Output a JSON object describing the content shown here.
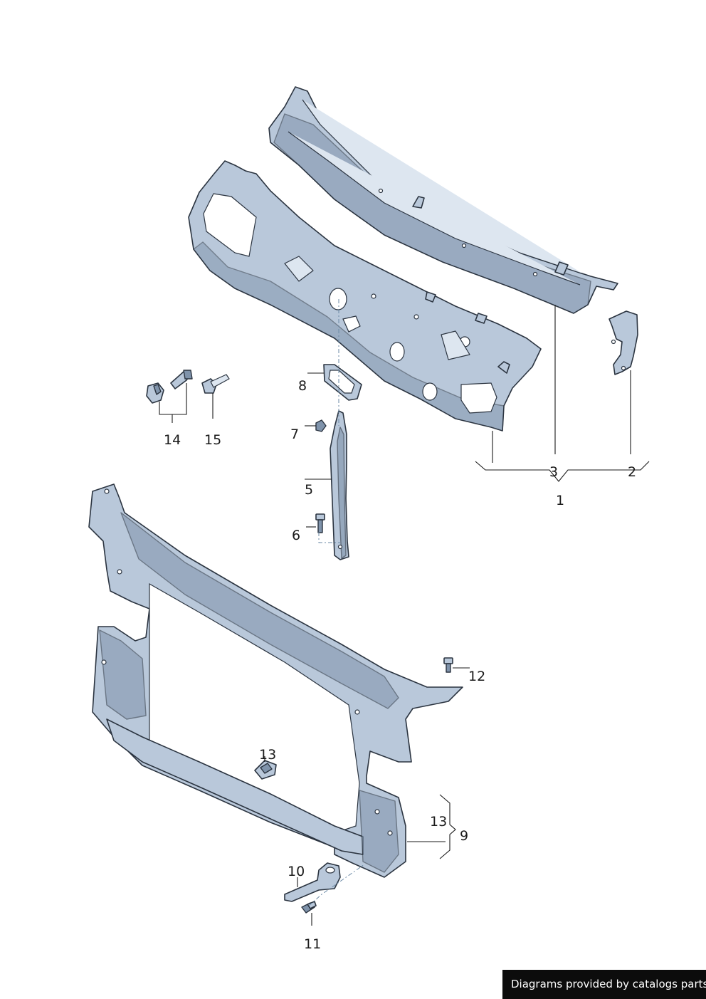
{
  "callouts": {
    "c1": "1",
    "c2": "2",
    "c3": "3",
    "c5": "5",
    "c6": "6",
    "c7": "7",
    "c8": "8",
    "c9": "9",
    "c10": "10",
    "c11": "11",
    "c12": "12",
    "c13a": "13",
    "c13b": "13",
    "c14": "14",
    "c15": "15"
  },
  "footer": {
    "text": "Diagrams provided by catalogs parts"
  },
  "colors": {
    "part_fill": "#b9c8da",
    "part_shadow": "#7f93ab",
    "outline": "#2b3440",
    "banner": "#0c0c0c"
  }
}
